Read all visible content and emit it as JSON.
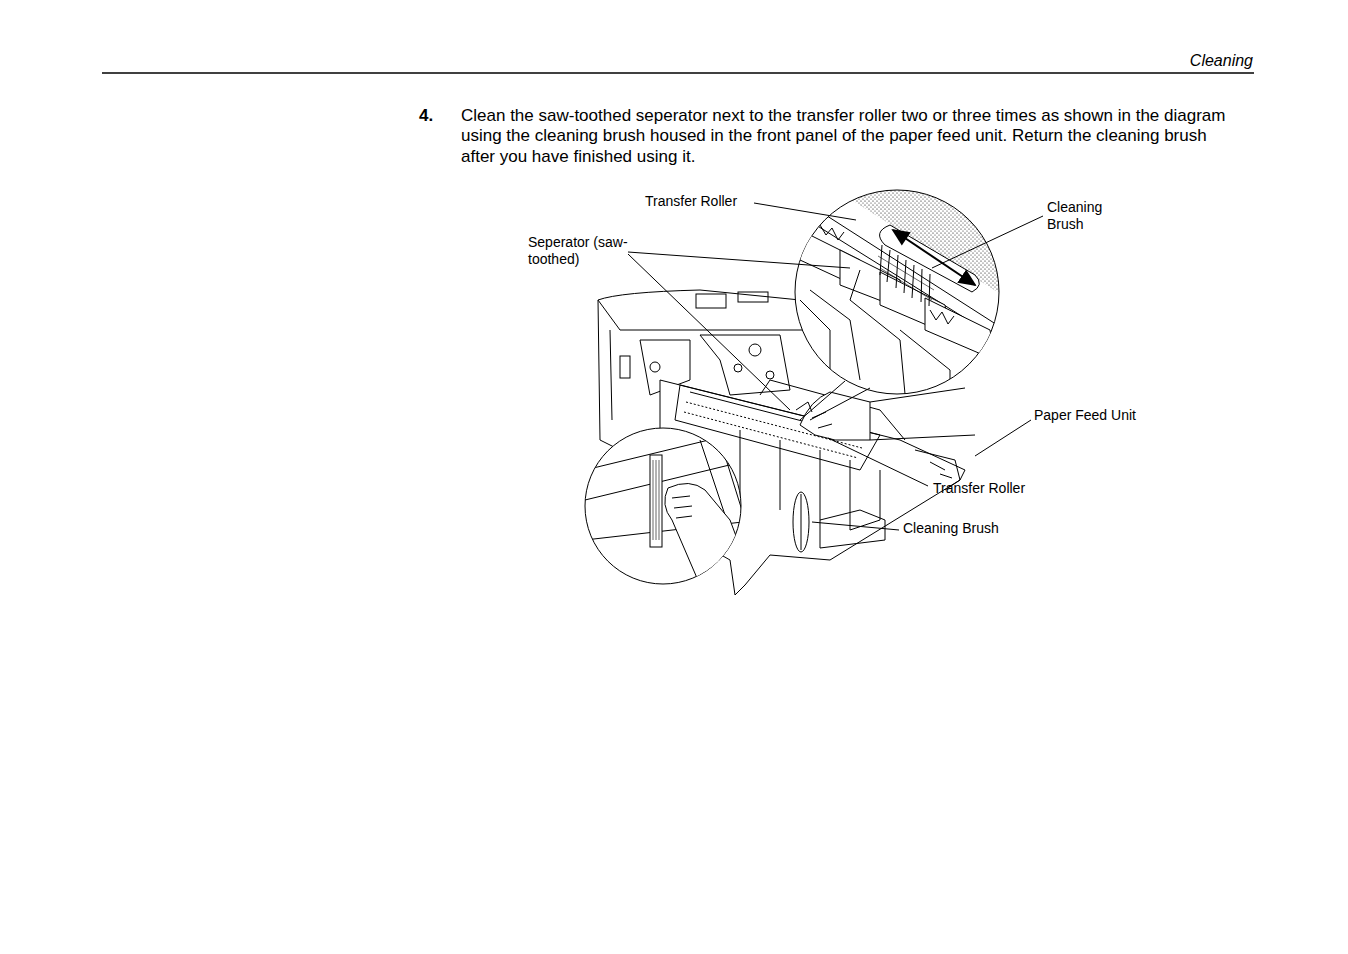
{
  "diagram": {
    "labels": [
      "Cleaning",
      "4.",
      "Clean the saw-toothed seperator next to the transfer roller two or three times as shown in the diagram using the cleaning brush housed in the front panel of the paper feed unit. Return the cleaning brush after you have finished using it.",
      "Transfer Roller",
      "Seperator (saw-toothed)",
      "Cleaning Brush",
      "Paper Feed Unit",
      "Transfer Roller",
      "Cleaning Brush"
    ]
  }
}
